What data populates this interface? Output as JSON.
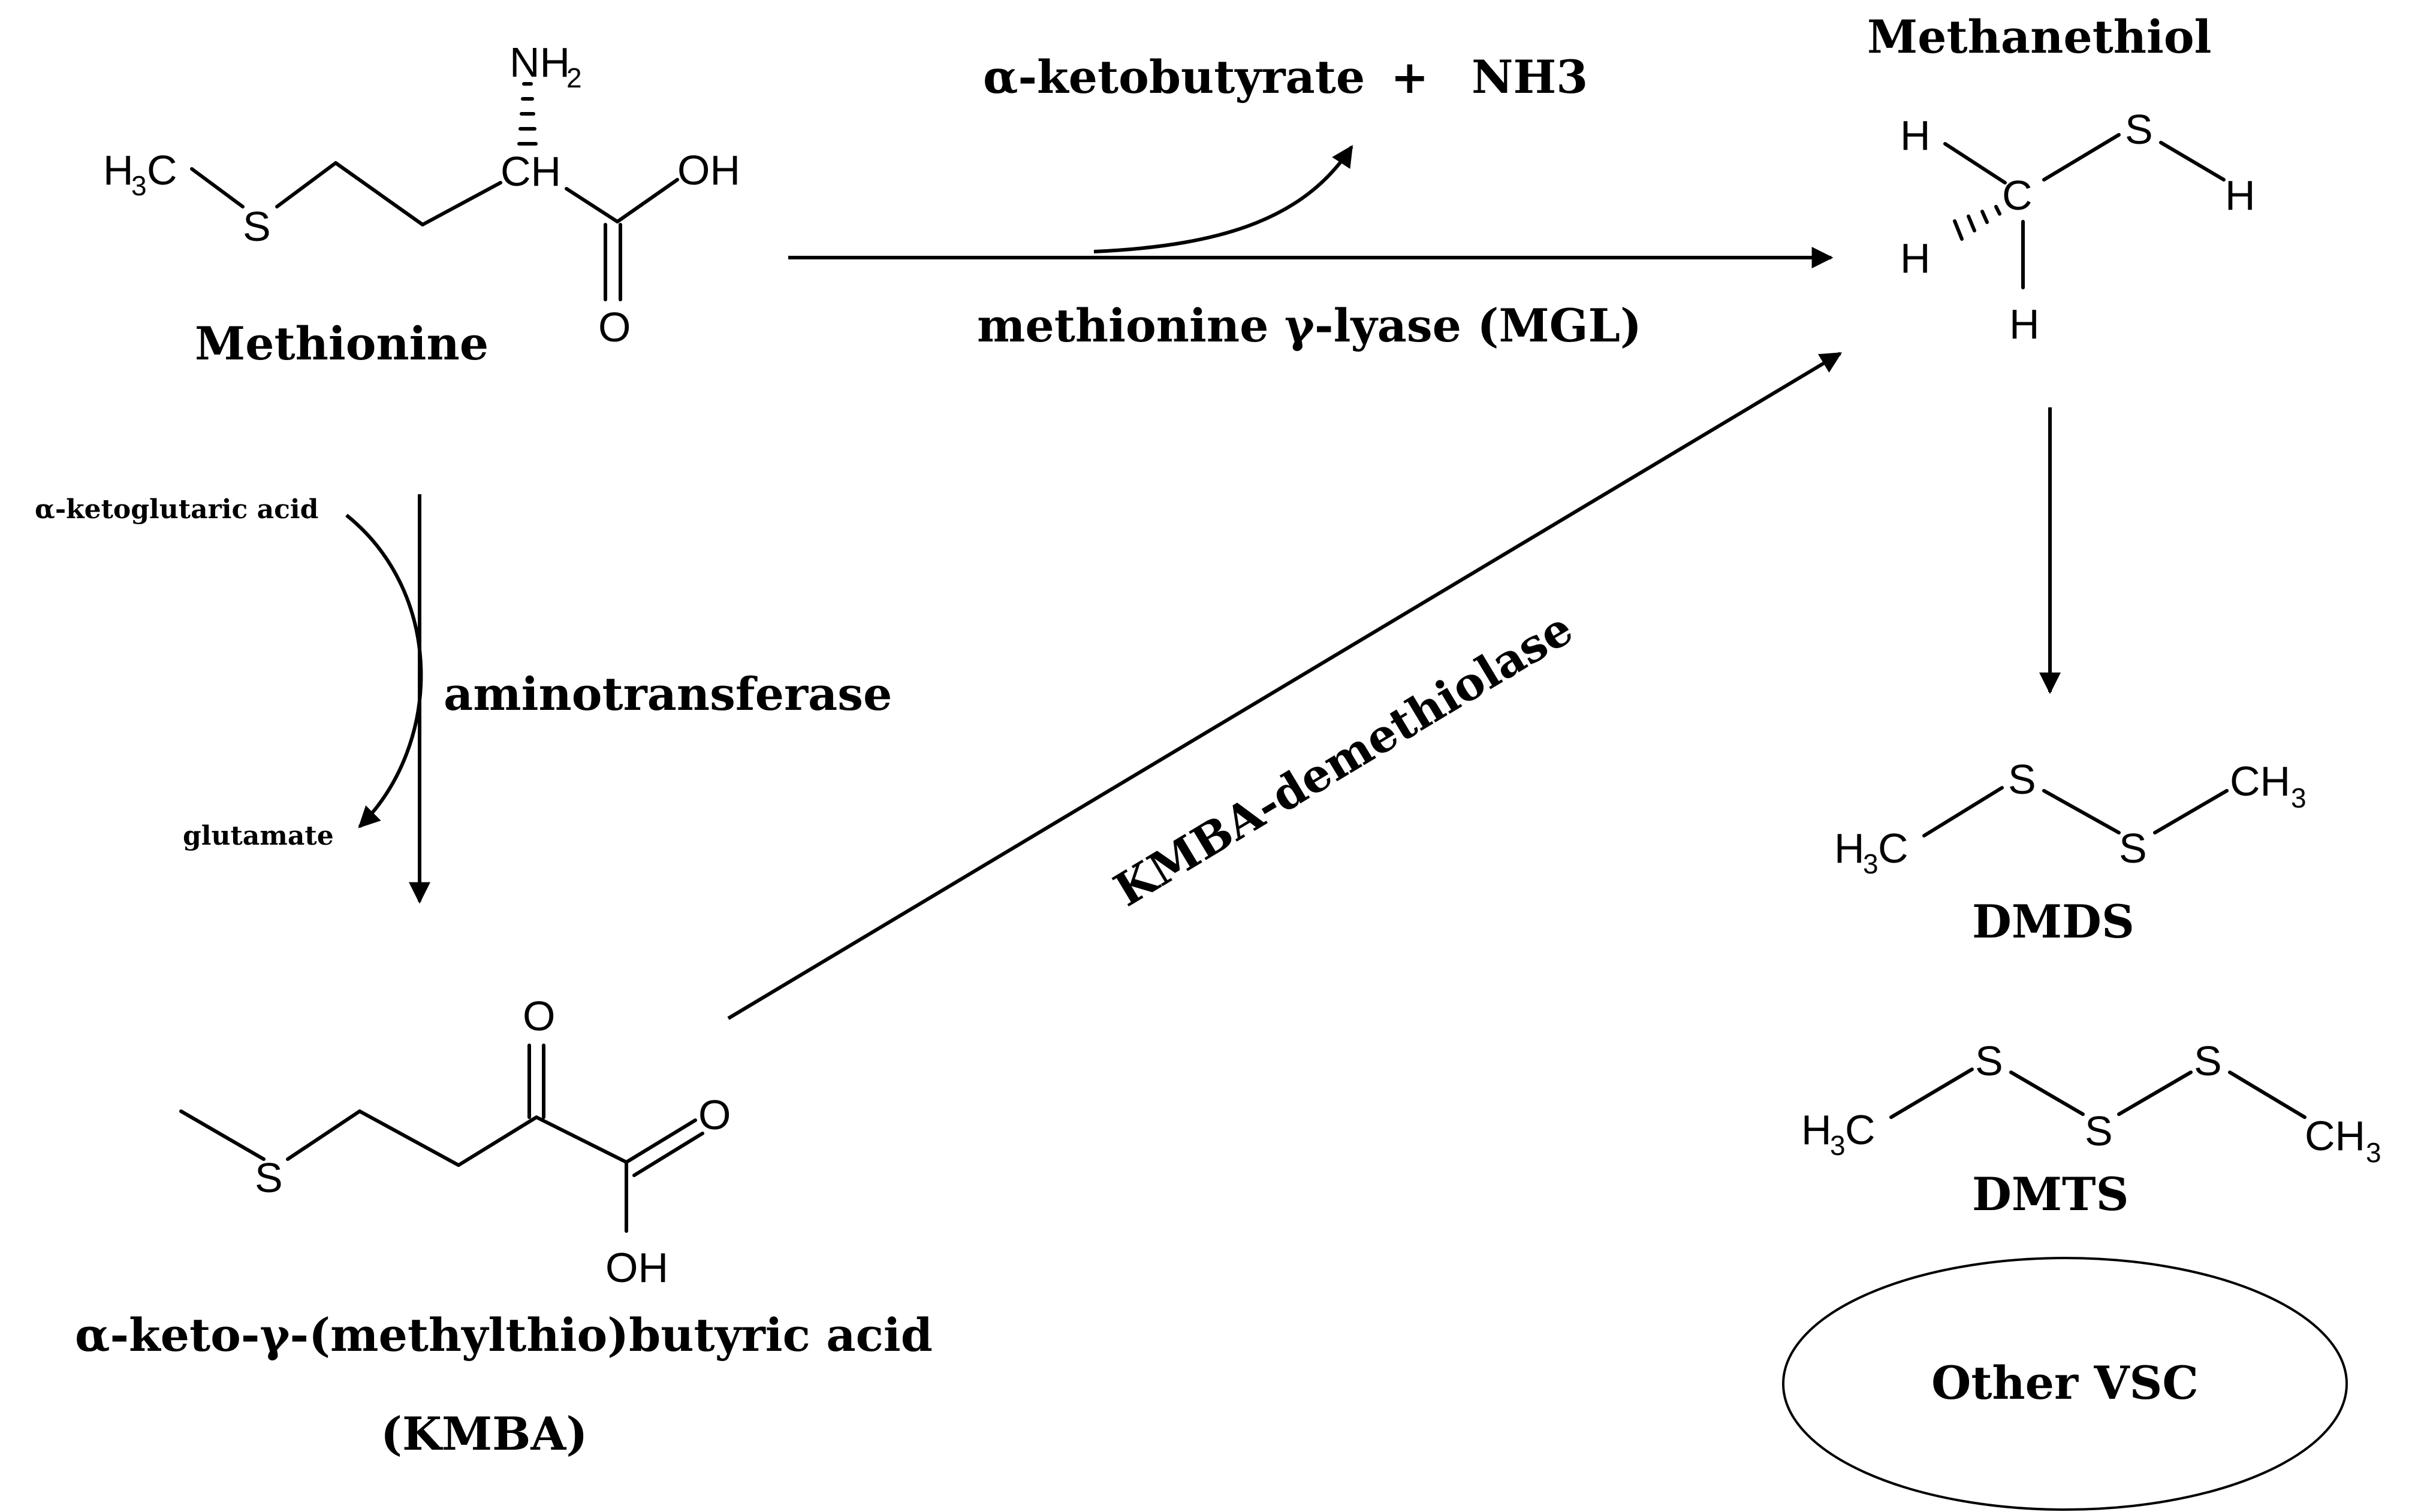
{
  "compounds": {
    "methionine": {
      "name": "Methionine",
      "atom_nh": "NH",
      "atom_2": "2",
      "atom_h3c": "H",
      "atom_3": "3",
      "atom_c": "C",
      "atom_s": "S",
      "atom_ch": "CH",
      "atom_oh": "OH",
      "atom_o": "O"
    },
    "kmba": {
      "name_line1": "α-keto-γ-(methylthio)butyric acid",
      "name_line2": "(KMBA)",
      "atom_s": "S",
      "atom_o_top": "O",
      "atom_o_right": "O",
      "atom_oh": "OH"
    },
    "methanethiol": {
      "name": "Methanethiol",
      "atom_h_top": "H",
      "atom_c": "C",
      "atom_s": "S",
      "atom_h_right": "H",
      "atom_h_left": "H",
      "atom_h_bottom": "H"
    },
    "dmds": {
      "name": "DMDS",
      "atom_h3c": "H",
      "atom_3a": "3",
      "atom_c": "C",
      "atom_s1": "S",
      "atom_s2": "S",
      "atom_ch": "CH",
      "atom_3b": "3"
    },
    "dmts": {
      "name": "DMTS",
      "atom_h3c": "H",
      "atom_3a": "3",
      "atom_c": "C",
      "atom_s1": "S",
      "atom_s2": "S",
      "atom_s3": "S",
      "atom_ch": "CH",
      "atom_3b": "3"
    },
    "other": {
      "name": "Other VSC"
    }
  },
  "reactions": {
    "mgl": {
      "enzyme": "methionine γ-lyase (MGL)",
      "product1": "α-ketobutyrate",
      "plus": "+",
      "product2": "NH3"
    },
    "aminotransferase": {
      "enzyme": "aminotransferase",
      "cosubstrate_in": "α-ketoglutaric acid",
      "cosubstrate_out": "glutamate"
    },
    "kmba_demethiolase": {
      "enzyme": "KMBA-demethiolase"
    }
  }
}
